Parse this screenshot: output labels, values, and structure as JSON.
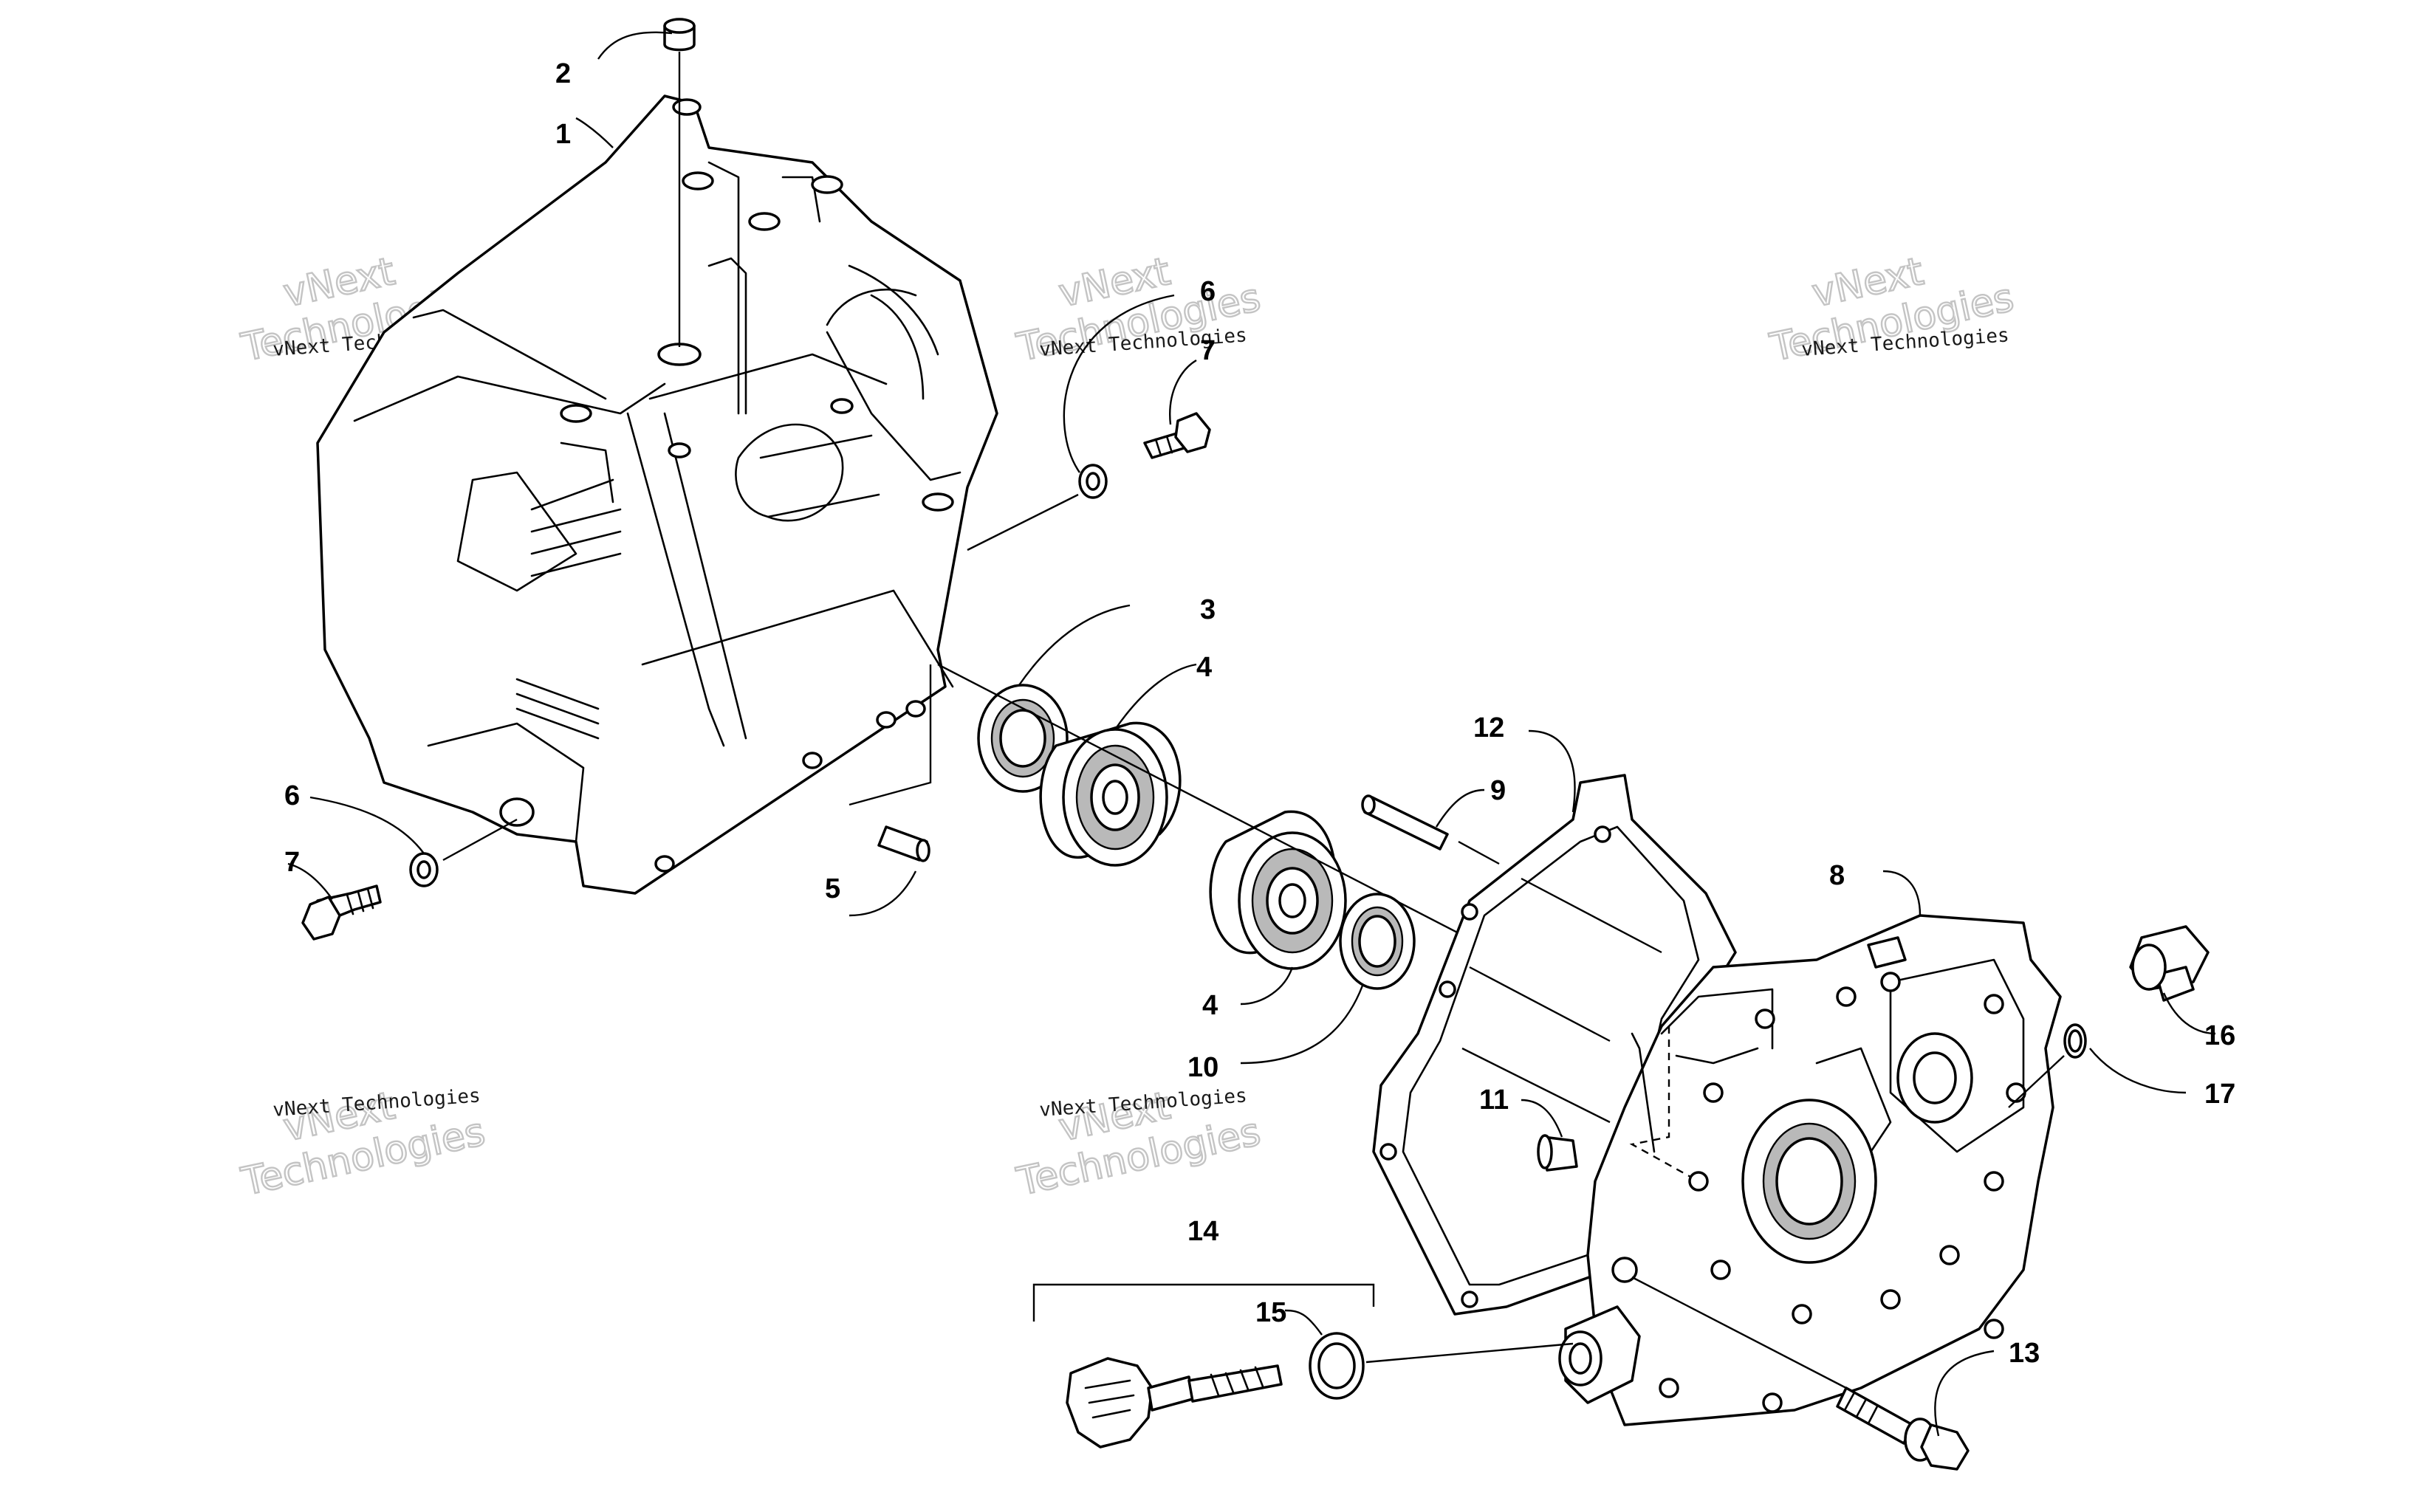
{
  "diagram": {
    "title": "",
    "callouts": [
      "1",
      "2",
      "3",
      "4",
      "4",
      "5",
      "6",
      "6",
      "7",
      "7",
      "8",
      "9",
      "10",
      "11",
      "12",
      "13",
      "14",
      "15",
      "16",
      "17"
    ]
  },
  "watermark": {
    "company_small": "vNext Technologies",
    "brand_big_line1": "vNext",
    "brand_big_line2": "Technologies"
  }
}
